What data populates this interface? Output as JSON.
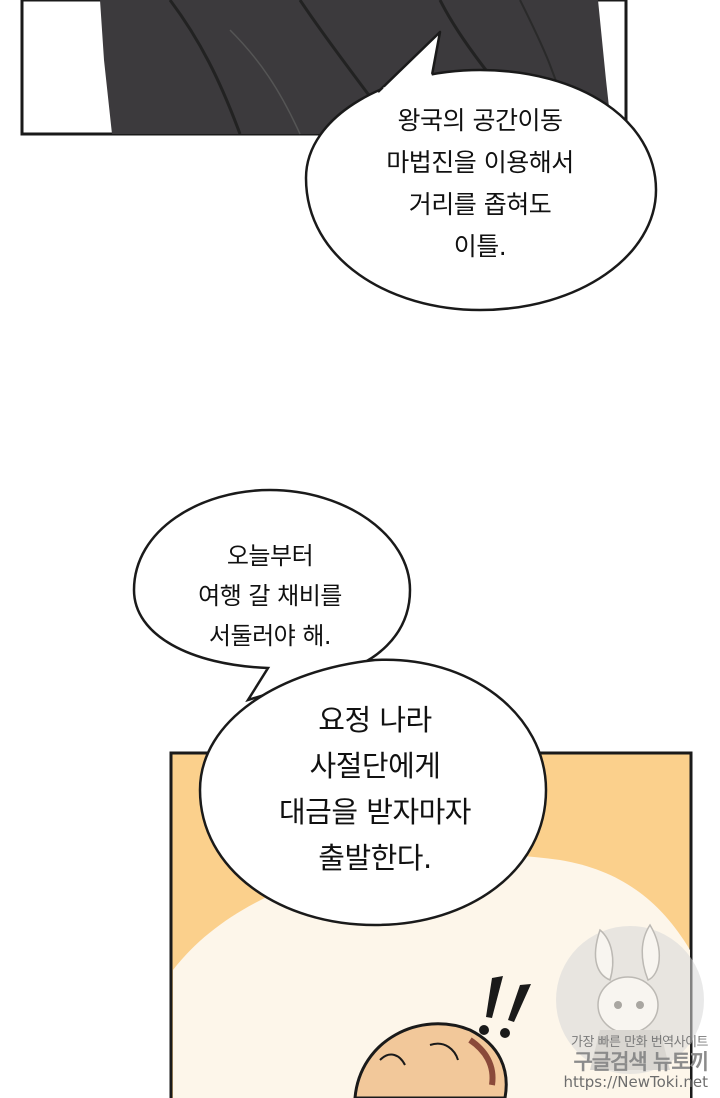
{
  "page": {
    "background": "#ffffff",
    "panel_border": "#1a1a1a",
    "coat_color": "#3c3a3d",
    "panel_bg": "#fbd08c",
    "panel_light": "#fdf6ea",
    "bubble_fill": "#ffffff"
  },
  "bubbles": {
    "top": {
      "lines": [
        "왕국의 공간이동",
        "마법진을 이용해서",
        "거리를 좁혀도",
        "이틀."
      ]
    },
    "left": {
      "lines": [
        "오늘부터",
        "여행 갈 채비를",
        "서둘러야 해."
      ]
    },
    "right": {
      "lines": [
        "요정 나라",
        "사절단에게",
        "대금을 받자마자",
        "출발한다."
      ]
    }
  },
  "watermark": {
    "tagline": "가장 빠른 만화 번역사이트",
    "name": "구글검색 뉴토끼",
    "url": "https://NewToki.net"
  },
  "icons": [
    "exclamation-marks-icon",
    "bunny-mascot-icon"
  ]
}
